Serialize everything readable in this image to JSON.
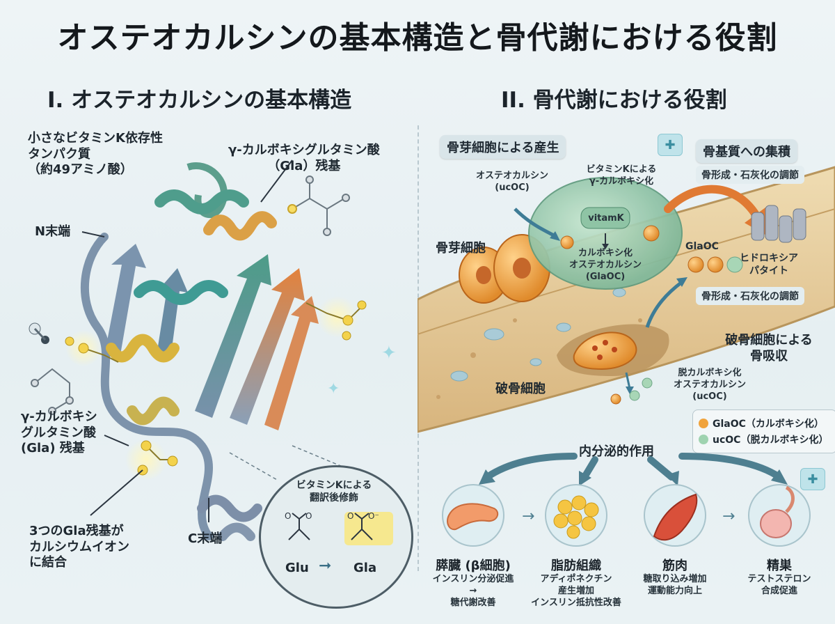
{
  "title": "オステオカルシンの基本構造と骨代謝における役割",
  "left": {
    "heading": "I. オステオカルシンの基本構造",
    "labels": {
      "intro": [
        "小さなビタミンK依存性",
        "タンパク質",
        "（約49アミノ酸）"
      ],
      "gla_top": [
        "γ-カルボキシグルタミン酸",
        "（Gla）残基"
      ],
      "n_term": "N末端",
      "gla_left": [
        "γ-カルボキシ",
        "グルタミン酸",
        "(Gla) 残基"
      ],
      "c_term": "C末端",
      "calcium": [
        "3つのGla残基が",
        "カルシウムイオン",
        "に結合"
      ]
    },
    "inset": {
      "title": [
        "ビタミンKによる",
        "翻訳後修飾"
      ],
      "from": "Glu",
      "to": "Gla"
    }
  },
  "right": {
    "heading": "II. 骨代謝における役割",
    "osteoblast_production": "骨芽細胞による産生",
    "matrix_accumulation": "骨基質への集積",
    "regulation_1": "骨形成・石灰化の調節",
    "regulation_2": "骨形成・石灰化の調節",
    "ucoc_in": [
      "オステオカルシン",
      "(ucOC)"
    ],
    "carboxylation": [
      "ビタミンKによる",
      "γ-カルボキシ化"
    ],
    "vitamk": "vitamK",
    "glaoc_cell": [
      "カルボキシ化",
      "オステオカルシン",
      "(GlaOC)"
    ],
    "osteoblast": "骨芽細胞",
    "glaoc": "GlaOC",
    "hydroxyapatite": [
      "ヒドロキシア",
      "パタイト"
    ],
    "resorption": [
      "破骨細胞による",
      "骨吸収"
    ],
    "decarb": [
      "脱カルボキシ化",
      "オステオカルシン",
      "(ucOC)"
    ],
    "osteoclast": "破骨細胞",
    "legend": {
      "gla": "GlaOC（カルボキシ化）",
      "uc": "ucOC（脱カルボキシ化）",
      "gla_color": "#f0a33c",
      "uc_color": "#9fd3b0"
    },
    "endocrine": "内分泌的作用",
    "organs": [
      {
        "name": "膵臓 (β細胞)",
        "desc": [
          "インスリン分泌促進",
          "→",
          "糖代謝改善"
        ],
        "icon": "pancreas-icon"
      },
      {
        "name": "脂肪組織",
        "desc": [
          "アディポネクチン",
          "産生増加",
          "インスリン抵抗性改善"
        ],
        "icon": "adipose-icon"
      },
      {
        "name": "筋肉",
        "desc": [
          "糖取り込み増加",
          "運動能力向上"
        ],
        "icon": "muscle-icon"
      },
      {
        "name": "精巣",
        "desc": [
          "テストステロン",
          "合成促進"
        ],
        "icon": "testis-icon"
      }
    ]
  },
  "colors": {
    "bone": "#e8cf9f",
    "bone_dark": "#c9a46a",
    "orange": "#f0a33c",
    "teal": "#4f9aa6",
    "helix_green": "#5fa48f",
    "helix_blue": "#6e86a3",
    "gla_yellow": "#f3d24b"
  }
}
